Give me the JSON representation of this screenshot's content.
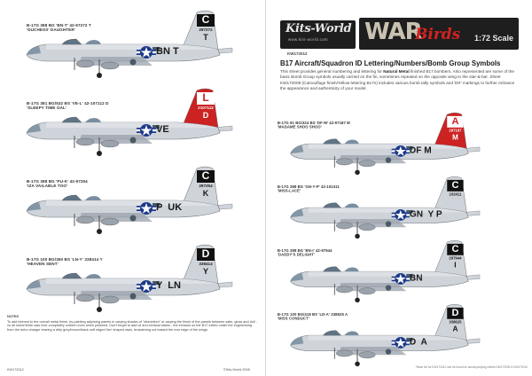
{
  "header": {
    "brand": "Kits-World",
    "brand_url": "www.kits-world.com",
    "series": "WAR",
    "series_script": "Birds",
    "scale": "1:72 Scale",
    "sheet_code": "KW172012"
  },
  "title": "B17 Aircraft/Squadron ID Lettering/Numbers/Bomb Group Symbols",
  "description": {
    "part1": "This sheet provides general numbering and lettering for ",
    "bold": "Natural Metal",
    "part2": " finished B17 bombers. Also represented are some of the basic Bomb Group symbols usually carried on the fin, sometimes repeated on the opposite wing to the star-&-bar. Sheet KW172008 (Camouflage finish/Yellow lettering B17s) includes various bomb tally symbols and 'ER' markings to further enhance the appearance and authenticity of your model."
  },
  "aircraft_left": [
    {
      "line1": "B-17G 388 BG 'BN-T' 42-97272 T",
      "line2": "'DUCHESS' DAUGHTER'",
      "tail_letter": "C",
      "serial": "297272",
      "tail_sub": "T",
      "fuselage_code": "BN T",
      "theme": "plain"
    },
    {
      "line1": "B-17G 381 BG/532 BS 'VE-L' 42-107112 D",
      "line2": "'SLEEPY TIME GAL'",
      "tail_letter": "L",
      "serial": "2107112",
      "tail_sub": "D",
      "fuselage_code": "VE",
      "theme": "red"
    },
    {
      "line1": "B-17G 388 BG 'PU-K' 42-97254",
      "line2": "'IZA VAILABLE TOO'",
      "tail_letter": "C",
      "serial": "297254",
      "tail_sub": "K",
      "fuselage_code": "P  UK",
      "theme": "plain"
    },
    {
      "line1": "B-17G 100 BG/350 BS 'LN-Y' 338414 Y",
      "line2": "'HEAVEN SENT'",
      "tail_letter": "D",
      "serial": "338414",
      "tail_sub": "Y",
      "fuselage_code": "Y  LN",
      "theme": "plain"
    }
  ],
  "aircraft_right": [
    {
      "line1": "B-17G 91 BG/324 BS 'DF-M' 42-97187 M",
      "line2": "'MADAME SHOO SHOO'",
      "tail_letter": "A",
      "serial": "297187",
      "tail_sub": "M",
      "fuselage_code": "DF M",
      "theme": "red"
    },
    {
      "line1": "B-17G 388 BG 'GN-Y-P' 42-102411",
      "line2": "'MISS-LACE'",
      "tail_letter": "C",
      "serial": "102411",
      "tail_sub": "",
      "fuselage_code": "GN  Y P",
      "theme": "plain"
    },
    {
      "line1": "B-17G 388 BG 'BN-I' 42-97944",
      "line2": "'DADDY'S DELIGHT'",
      "tail_letter": "C",
      "serial": "297944",
      "tail_sub": "I",
      "fuselage_code": "BN",
      "theme": "plain"
    },
    {
      "line1": "B-17G 100 BG/418 BS 'LD-A' 338625 A",
      "line2": "'MISS CONDUCT'",
      "tail_letter": "D",
      "serial": "338625",
      "tail_sub": "A",
      "fuselage_code": "D  A",
      "theme": "plain"
    }
  ],
  "notes": {
    "heading": "NOTES",
    "text": "To add interest to the overall metal finish, try painting adjoining panels in varying shades of \"aluminium\" or varying the finish of the panels between satin, gloss and dull - no all metal finish was ever completely uniform even when polished. Don't forget to add oil and exhaust stains - the exhaust on the B17 exited under the engine/wing from the turbo charger leaving a dirty grey/brown/black soft edged 'fan' shaped stain, broadening out toward the rear edge of the wings."
  },
  "footer": {
    "left_code": "KW172012",
    "copyright": "©Kits-World 2008",
    "right_note": "*Nose Art for KW172012 can be found on accompanying sheets KW172009 & KW172010"
  },
  "colors": {
    "metal": "#cfd4da",
    "metal_dark": "#9aa2ab",
    "red": "#cc2222",
    "black": "#1b1b1b",
    "header_bg": "#1e1e1e"
  }
}
